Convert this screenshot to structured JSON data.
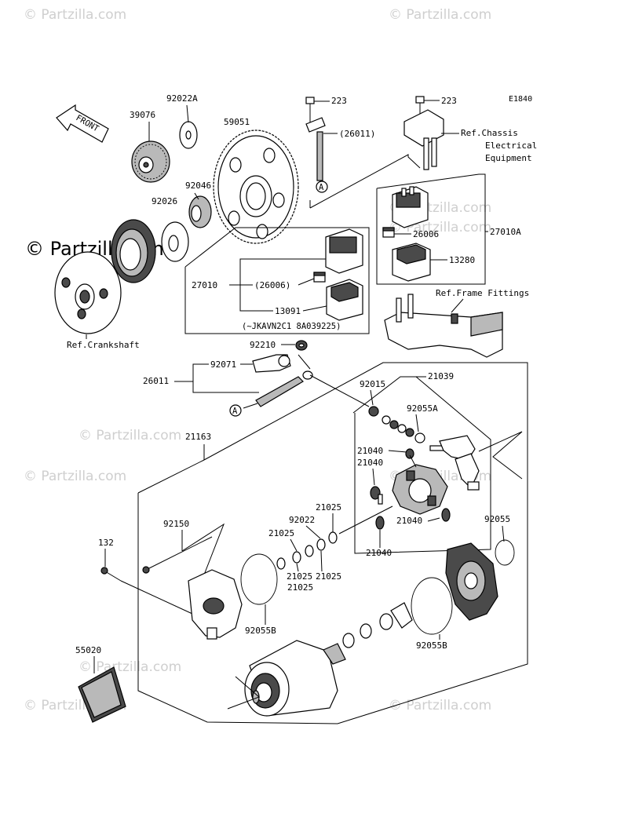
{
  "diagram_code": "E1840",
  "front_label": "FRONT",
  "watermark": {
    "big": "© Partzilla.com",
    "small": "© Partzilla.com"
  },
  "parts": {
    "p39076": "39076",
    "p92022A": "92022A",
    "p59051": "59051",
    "p223a": "223",
    "p26011a": "(26011)",
    "p223b": "223",
    "p92046": "92046",
    "p92026": "92026",
    "p26006a": "26006",
    "p27010A": "27010A",
    "p13280": "13280",
    "p27010": "27010",
    "p26006b": "(26006)",
    "p13091": "13091",
    "p92210": "92210",
    "p92071": "92071",
    "p26011b": "26011",
    "p21039": "21039",
    "p92015": "92015",
    "p92055A": "92055A",
    "p21163": "21163",
    "p21040a": "21040",
    "p21040b": "21040",
    "p21025a": "21025",
    "p92022": "92022",
    "p21040c": "21040",
    "p92055": "92055",
    "p92150": "92150",
    "p21025b": "21025",
    "p132": "132",
    "p21040d": "21040",
    "p21025c": "21025",
    "p21025d": "21025",
    "p92055Ba": "92055B",
    "p92055Bb": "92055B",
    "p55020": "55020"
  },
  "refs": {
    "chassis1": "Ref.Chassis",
    "chassis2": "Electrical",
    "chassis3": "Equipment",
    "frame": "Ref.Frame Fittings",
    "crank": "Ref.Crankshaft",
    "serial": "(~JKAVN2C1 8A039225)"
  },
  "callout": "A"
}
